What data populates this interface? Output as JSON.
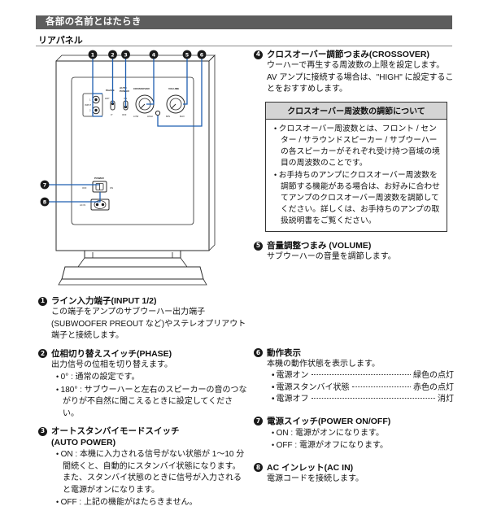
{
  "header": {
    "section_title": "各部の名前とはたらき",
    "sub_title": "リアパネル"
  },
  "diagram": {
    "name": "rear-panel-illustration",
    "callouts": [
      "1",
      "2",
      "3",
      "4",
      "5",
      "6",
      "7",
      "8"
    ],
    "panel_labels": {
      "input": "INPUT",
      "input_1": "1",
      "input_2": "2",
      "phase": "PHASE",
      "phase_0": "0°",
      "phase_180": "180°",
      "auto_power": "AUTO POWER",
      "auto_on": "ON",
      "auto_off": "OFF",
      "crossover": "CROSSOVER",
      "crossover_low": "LOW",
      "crossover_high": "HIGH",
      "volume": "VOLUME",
      "volume_min": "MIN",
      "volume_max": "MAX",
      "power": "POWER",
      "power_off": "OFF",
      "power_on": "ON",
      "ac_in": "AC IN"
    }
  },
  "left_column": {
    "items": [
      {
        "num": "1",
        "title": "ライン入力端子(INPUT 1/2)",
        "body": "この端子をアンプのサブウーハー出力端子 (SUBWOOFER PREOUT など)やステレオプリアウト端子と接続します。"
      },
      {
        "num": "2",
        "title": "位相切り替えスイッチ(PHASE)",
        "body": "出力信号の位相を切り替えます。",
        "bullets": [
          "0° : 通常の設定です。",
          "180° : サブウーハーと左右のスピーカーの音のつながりが不自然に聞こえるときに設定してください。"
        ]
      },
      {
        "num": "3",
        "title": "オートスタンバイモードスイッチ",
        "title2": "(AUTO POWER)",
        "bullets": [
          "ON : 本機に入力される信号がない状態が 1〜10 分間続くと、自動的にスタンバイ状態になります。また、スタンバイ状態のときに信号が入力されると電源がオンになります。",
          "OFF : 上記の機能がはたらきません。"
        ]
      }
    ]
  },
  "right_column": {
    "items": [
      {
        "num": "4",
        "title": "クロスオーバー調節つまみ(CROSSOVER)",
        "body": "ウーハーで再生する周波数の上限を設定します。AV アンプに接続する場合は、\"HIGH\" に設定することをおすすめします。"
      },
      {
        "num": "5",
        "title": "音量調整つまみ (VOLUME)",
        "body": "サブウーハーの音量を調節します。"
      },
      {
        "num": "6",
        "title": "動作表示",
        "body": "本機の動作状態を表示します。",
        "leaders": [
          {
            "label": "電源オン",
            "value": "緑色の点灯"
          },
          {
            "label": "電源スタンバイ状態",
            "value": "赤色の点灯"
          },
          {
            "label": "電源オフ",
            "value": "消灯"
          }
        ]
      },
      {
        "num": "7",
        "title": "電源スイッチ(POWER ON/OFF)",
        "bullets": [
          "ON : 電源がオンになります。",
          "OFF : 電源がオフになります。"
        ]
      },
      {
        "num": "8",
        "title": "AC インレット(AC IN)",
        "body": "電源コードを接続します。"
      }
    ],
    "infobox": {
      "title": "クロスオーバー周波数の調節について",
      "bullets": [
        "クロスオーバー周波数とは、フロント / センター / サラウンドスピーカー / サブウーハーの各スピーカーがそれぞれ受け持つ音域の境目の周波数のことです。",
        "お手持ちのアンプにクロスオーバー周波数を調節する機能がある場合は、お好みに合わせてアンプのクロスオーバー周波数を調節してください。詳しくは、お手持ちのアンプの取扱説明書をご覧ください。"
      ]
    }
  },
  "colors": {
    "header_bar": "#5d5d5d",
    "infobox_header": "#d4d4d4",
    "callout_line": "#1f5fb0",
    "text": "#111111"
  }
}
